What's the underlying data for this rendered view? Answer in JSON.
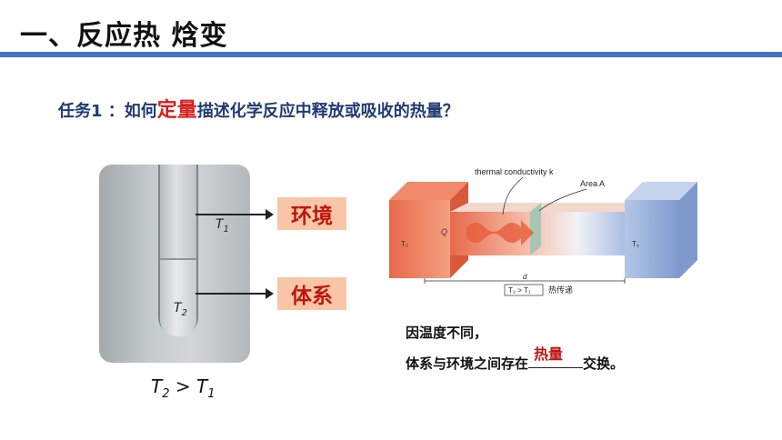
{
  "title": "一、反应热  焓变",
  "task": {
    "prefix": "任务1 ：如何",
    "emphasis": "定量",
    "suffix": "描述化学反应中释放或吸收的热量？"
  },
  "tube": {
    "t1_label": "T",
    "t1_sub": "1",
    "t2_label": "T",
    "t2_sub": "2"
  },
  "boxes": {
    "environment": "环境",
    "system": "体系"
  },
  "comparison": {
    "left": "T",
    "left_sub": "2",
    "op": " > ",
    "right": "T",
    "right_sub": "1"
  },
  "diagram": {
    "thermal_conductivity": "thermal conductivity k",
    "area": "Area A",
    "q": "Q",
    "t2": "T₂",
    "t1": "T₁",
    "d": "d",
    "cond": "T₂ > T₁",
    "heat_transfer": "热传递"
  },
  "conclusion": {
    "line1": "因温度不同，",
    "line2_prefix": "体系与环境之间存在",
    "fill": "热量",
    "line2_suffix": "交换。"
  },
  "colors": {
    "accent_bar": "#4472c4",
    "task_text": "#1f3b73",
    "emphasis": "#d6201f",
    "box_bg": "#f8c6a6",
    "hot": "#e8694a",
    "cold": "#8aa6d6"
  }
}
